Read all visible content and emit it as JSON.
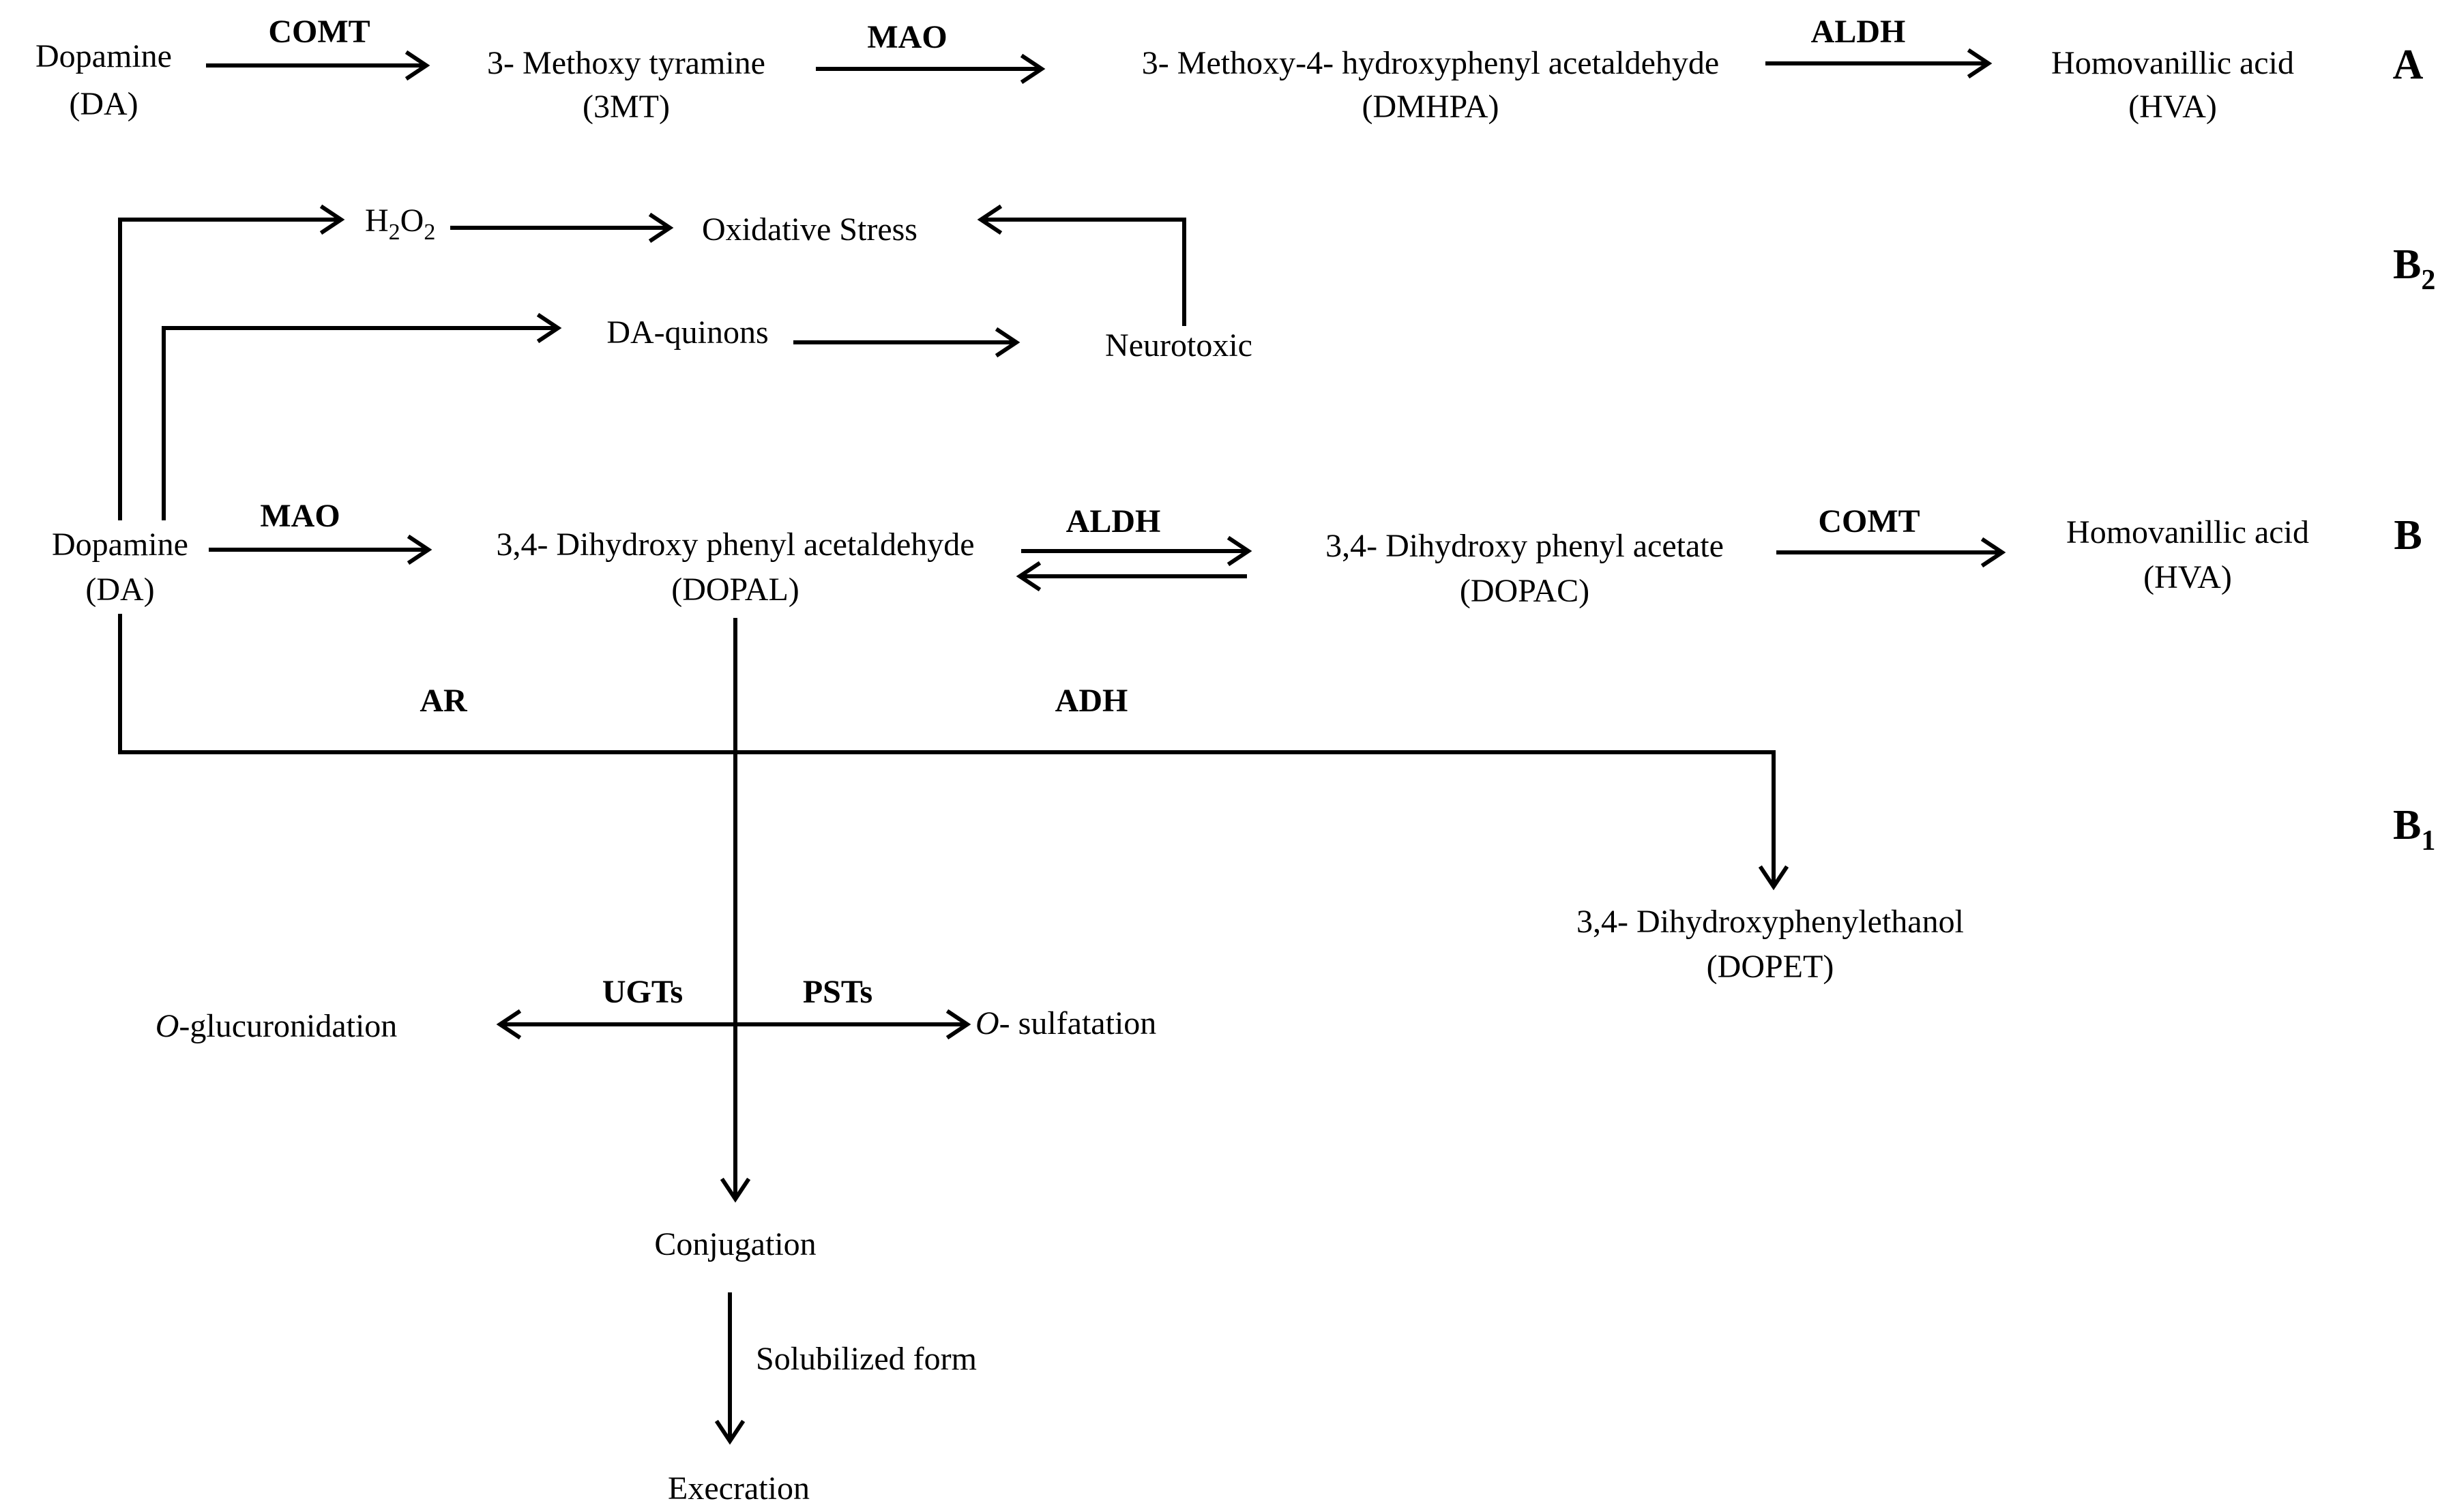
{
  "pathway_A": {
    "dopamine": "Dopamine",
    "dopamine_abbr": "(DA)",
    "enzyme_1": "COMT",
    "metabolite_1": "3- Methoxy tyramine",
    "metabolite_1_abbr": "(3MT)",
    "enzyme_2": "MAO",
    "metabolite_2": "3- Methoxy-4- hydroxyphenyl acetaldehyde",
    "metabolite_2_abbr": "(DMHPA)",
    "enzyme_3": "ALDH",
    "metabolite_3": "Homovanillic acid",
    "metabolite_3_abbr": "(HVA)",
    "panel_label": "A"
  },
  "pathway_B2": {
    "h2o2_main": "H",
    "h2o2_sub1": "2",
    "h2o2_o": "O",
    "h2o2_sub2": "2",
    "oxidative_stress": "Oxidative Stress",
    "da_quinons": "DA-quinons",
    "neurotoxic": "Neurotoxic",
    "panel_label_main": "B",
    "panel_label_sub": "2"
  },
  "pathway_B": {
    "dopamine": "Dopamine",
    "dopamine_abbr": "(DA)",
    "enzyme_1": "MAO",
    "metabolite_1": "3,4- Dihydroxy phenyl acetaldehyde",
    "metabolite_1_abbr": "(DOPAL)",
    "enzyme_2": "ALDH",
    "metabolite_2": "3,4- Dihydroxy phenyl acetate",
    "metabolite_2_abbr": "(DOPAC)",
    "enzyme_3": "COMT",
    "metabolite_3": "Homovanillic acid",
    "metabolite_3_abbr": "(HVA)",
    "panel_label": "B"
  },
  "pathway_B1": {
    "enzyme_ar": "AR",
    "enzyme_adh": "ADH",
    "dopet": "3,4- Dihydroxyphenylethanol",
    "dopet_abbr": "(DOPET)",
    "panel_label_main": "B",
    "panel_label_sub": "1"
  },
  "conjugation": {
    "enzyme_ugts": "UGTs",
    "enzyme_psts": "PSTs",
    "glucuronidation_prefix": "O",
    "glucuronidation": "-glucuronidation",
    "sulfatation_prefix": "O-",
    "sulfatation": " sulfatation",
    "conjugation": "Conjugation",
    "solubilized_form": "Solubilized form",
    "execration": "Execration"
  }
}
